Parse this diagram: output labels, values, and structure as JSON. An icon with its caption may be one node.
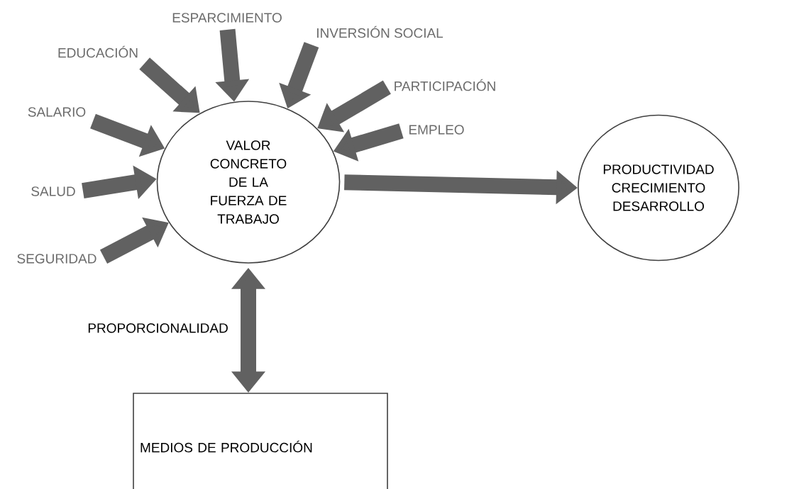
{
  "diagram": {
    "nodes": [
      {
        "text": [
          "VALOR CONCRETO DE LA FUERZA DE TRABAJO"
        ]
      },
      {
        "text": [
          "PRODUCTIVIDAD CRECIMIENTO DESARROLLO"
        ]
      },
      {
        "text": [
          "MEDIOS DE PRODUCCIÓN"
        ]
      },
      {
        "text": [
          "ESPARCIMIENTO"
        ]
      },
      {
        "text": [
          "INVERSIÓN SOCIAL"
        ]
      },
      {
        "text": [
          "EDUCACIÓN"
        ]
      },
      {
        "text": [
          "PARTICIPACIÓN"
        ]
      },
      {
        "text": [
          "SALARIO"
        ]
      },
      {
        "text": [
          "EMPLEO"
        ]
      },
      {
        "text": [
          "SALUD"
        ]
      },
      {
        "text": [
          "SEGURIDAD"
        ]
      }
    ],
    "edges": [
      {
        "from": 3,
        "to": 0,
        "arrow": "to"
      },
      {
        "from": 4,
        "to": 0,
        "arrow": "to"
      },
      {
        "from": 5,
        "to": 0,
        "arrow": "to"
      },
      {
        "from": 6,
        "to": 0,
        "arrow": "to"
      },
      {
        "from": 7,
        "to": 0,
        "arrow": "to"
      },
      {
        "from": 8,
        "to": 0,
        "arrow": "to"
      },
      {
        "from": 9,
        "to": 0,
        "arrow": "to"
      },
      {
        "from": 10,
        "to": 0,
        "arrow": "to"
      },
      {
        "from": 0,
        "to": 1,
        "arrow": "to"
      },
      {
        "from": 0,
        "to": 2,
        "arrow": "both",
        "label": "PROPORCIONALIDAD"
      }
    ]
  }
}
